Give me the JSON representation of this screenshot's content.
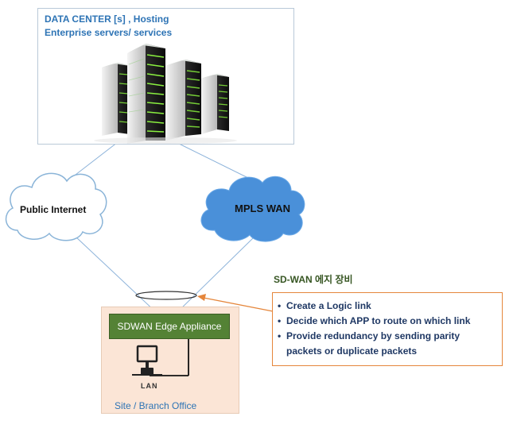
{
  "datacenter": {
    "title_line1": "DATA CENTER [s] , Hosting",
    "title_line2": "Enterprise servers/ services"
  },
  "clouds": {
    "public": "Public Internet",
    "mpls": "MPLS WAN"
  },
  "site": {
    "appliance": "SDWAN Edge Appliance",
    "lan": "LAN",
    "label": "Site / Branch Office"
  },
  "sdwan": {
    "title": "SD-WAN 에지 장비",
    "items": [
      "Create a Logic link",
      "Decide which APP to route on which link",
      "Provide redundancy by sending parity",
      "packets or duplicate packets"
    ]
  },
  "colors": {
    "mpls_cloud": "#4a90d9",
    "public_cloud_stroke": "#8ab4d8",
    "appliance": "#548235",
    "site_bg": "#fbe5d6",
    "callout": "#e5863b",
    "link_lines": "#8db3da"
  }
}
